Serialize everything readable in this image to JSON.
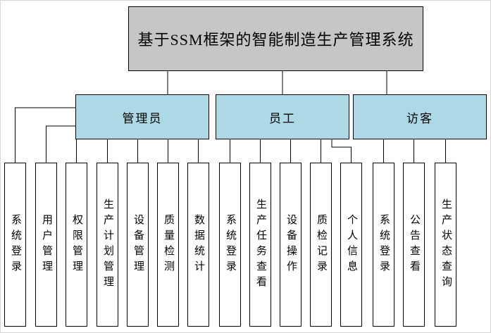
{
  "title": "基于SSM框架的智能制造生产管理系统",
  "roles": [
    {
      "label": "管理员",
      "functions": [
        "系统登录",
        "用户管理",
        "权限管理",
        "生产计划管理",
        "设备管理",
        "质量检测",
        "数据统计"
      ]
    },
    {
      "label": "员工",
      "functions": [
        "系统登录",
        "生产任务查看",
        "设备操作",
        "质检记录",
        "个人信息"
      ]
    },
    {
      "label": "访客",
      "functions": [
        "系统登录",
        "公告查看",
        "生产状态查询"
      ]
    }
  ],
  "colors": {
    "title_bg": "#c6c6c6",
    "role_bg": "#add8e6",
    "leaf_bg": "#ffffff",
    "line": "#000000"
  }
}
